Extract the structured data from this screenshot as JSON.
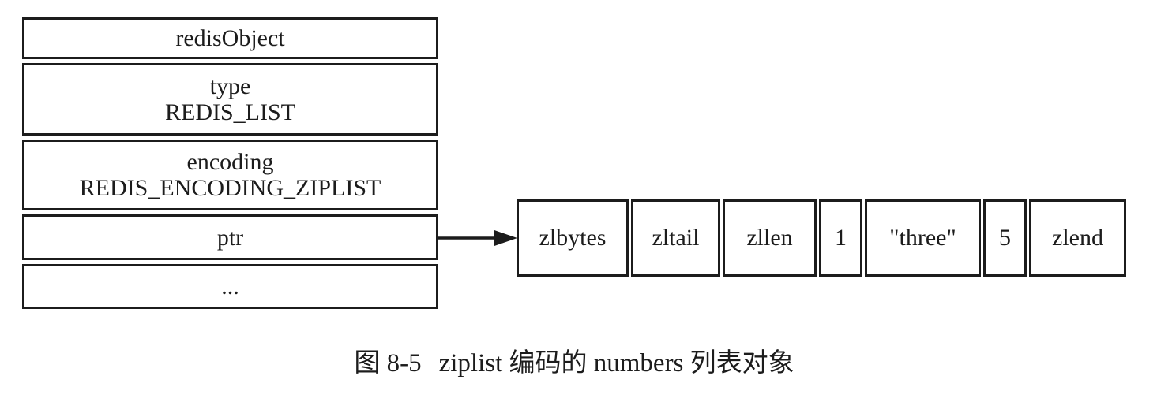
{
  "diagram": {
    "redis_object": {
      "rows": [
        {
          "lines": [
            "redisObject"
          ]
        },
        {
          "lines": [
            "type",
            "REDIS_LIST"
          ]
        },
        {
          "lines": [
            "encoding",
            "REDIS_ENCODING_ZIPLIST"
          ]
        },
        {
          "lines": [
            "ptr"
          ]
        },
        {
          "lines": [
            "..."
          ]
        }
      ]
    },
    "ziplist": {
      "cells": [
        "zlbytes",
        "zltail",
        "zllen",
        "1",
        "\"three\"",
        "5",
        "zlend"
      ]
    },
    "caption": {
      "figure_label": "图 8-5",
      "title": "ziplist 编码的 numbers 列表对象"
    },
    "colors": {
      "ink": "#1c1c1c",
      "background": "#ffffff"
    }
  }
}
